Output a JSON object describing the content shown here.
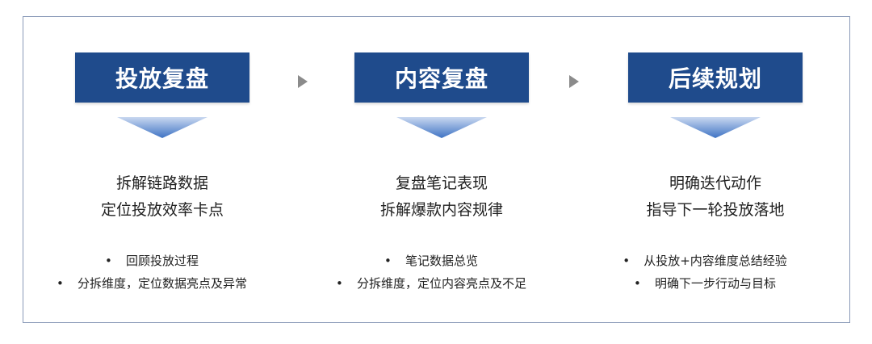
{
  "steps": [
    {
      "title": "投放复盘",
      "desc": [
        "拆解链路数据",
        "定位投放效率卡点"
      ],
      "bullets": [
        "回顾投放过程",
        "分拆维度，定位数据亮点及异常"
      ]
    },
    {
      "title": "内容复盘",
      "desc": [
        "复盘笔记表现",
        "拆解爆款内容规律"
      ],
      "bullets": [
        "笔记数据总览",
        "分拆维度，定位内容亮点及不足"
      ]
    },
    {
      "title": "后续规划",
      "desc": [
        "明确迭代动作",
        "指导下一轮投放落地"
      ],
      "bullets": [
        "从投放+内容维度总结经验",
        "明确下一步行动与目标"
      ]
    }
  ],
  "colors": {
    "box": "#1f4b8c",
    "chevron": "#5b88cf",
    "border": "#8a9ab8",
    "arrow": "#8b8b8b"
  }
}
